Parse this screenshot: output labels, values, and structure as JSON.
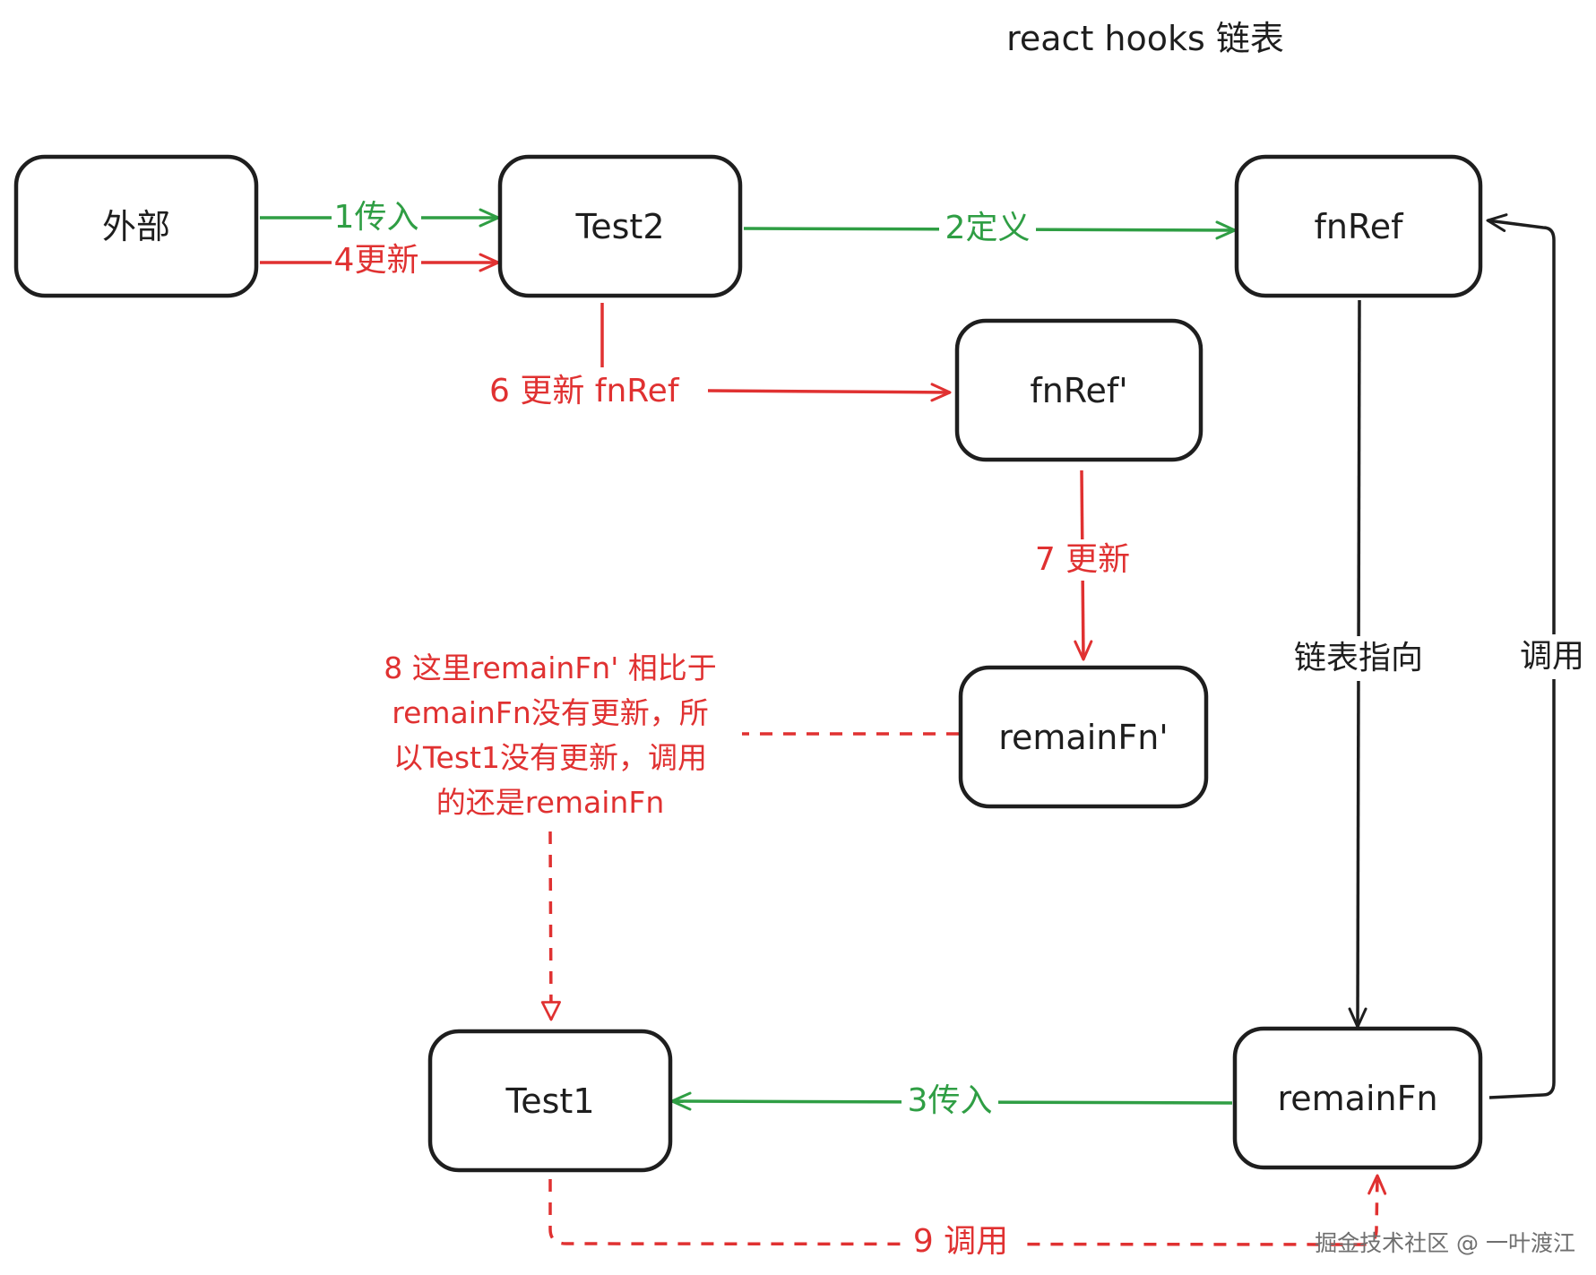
{
  "title": "react hooks 链表",
  "colors": {
    "green": "#2f9e44",
    "red": "#e03131",
    "black": "#1e1e1e"
  },
  "nodes": [
    {
      "id": "outside",
      "label": "外部"
    },
    {
      "id": "test2",
      "label": "Test2"
    },
    {
      "id": "fnref",
      "label": "fnRef"
    },
    {
      "id": "fnref-prime",
      "label": "fnRef'"
    },
    {
      "id": "remainfn-prime",
      "label": "remainFn'"
    },
    {
      "id": "test1",
      "label": "Test1"
    },
    {
      "id": "remainfn",
      "label": "remainFn"
    }
  ],
  "edges": [
    {
      "id": "e1",
      "label": "1传入",
      "color": "green",
      "style": "solid"
    },
    {
      "id": "e4",
      "label": "4更新",
      "color": "red",
      "style": "solid"
    },
    {
      "id": "e2",
      "label": "2定义",
      "color": "green",
      "style": "solid"
    },
    {
      "id": "e6",
      "label": "6 更新 fnRef",
      "color": "red",
      "style": "solid"
    },
    {
      "id": "e7",
      "label": "7 更新",
      "color": "red",
      "style": "solid"
    },
    {
      "id": "elink",
      "label": "链表指向",
      "color": "black",
      "style": "solid"
    },
    {
      "id": "ecall",
      "label": "调用",
      "color": "black",
      "style": "solid"
    },
    {
      "id": "e3",
      "label": "3传入",
      "color": "green",
      "style": "solid"
    },
    {
      "id": "e9",
      "label": "9 调用",
      "color": "red",
      "style": "dashed"
    },
    {
      "id": "e8",
      "label": "",
      "color": "red",
      "style": "dashed"
    }
  ],
  "note": {
    "lines": [
      "8 这里remainFn' 相比于",
      "remainFn没有更新，所",
      "以Test1没有更新，调用",
      "的还是remainFn"
    ],
    "color": "red"
  },
  "watermark": "掘金技术社区 @ 一叶渡江"
}
